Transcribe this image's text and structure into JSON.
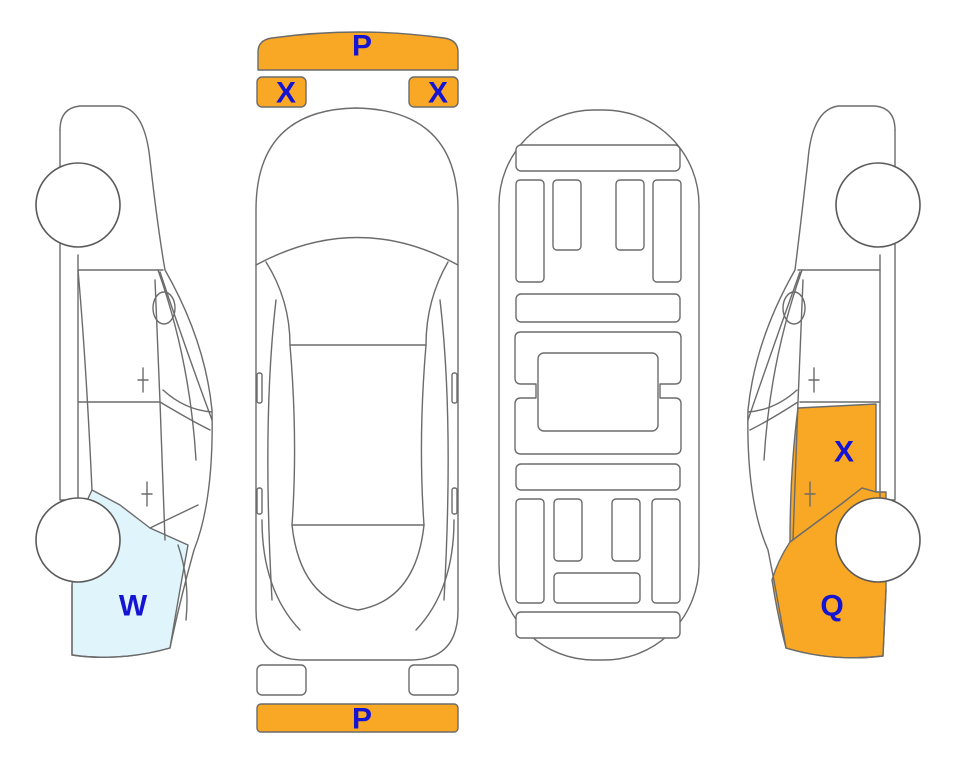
{
  "colors": {
    "damage_orange": "#F9A825",
    "damage_light_blue": "#E0F4FB",
    "label_blue": "#1414D2",
    "outline": "#6B6B6B"
  },
  "labels": {
    "front_bumper": "P",
    "left_headlight": "X",
    "right_headlight": "X",
    "rear_bumper": "P",
    "left_rear_quarter": "W",
    "right_rear_door": "X",
    "right_rear_quarter": "Q"
  }
}
